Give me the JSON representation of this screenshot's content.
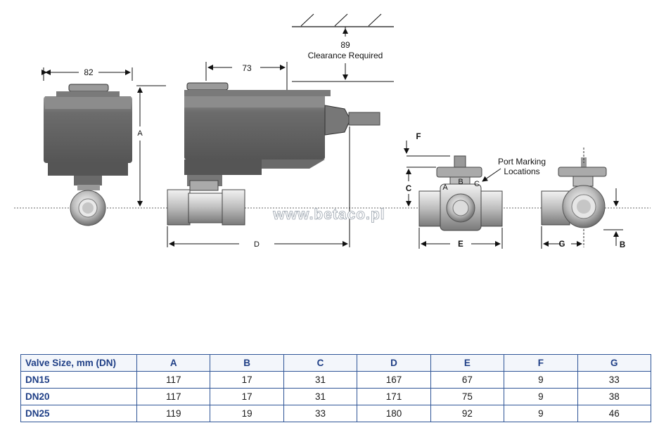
{
  "diagram": {
    "dims": {
      "width_82": "82",
      "width_73": "73",
      "clearance_value": "89",
      "clearance_text": "Clearance Required",
      "A": "A",
      "D": "D",
      "C": "C",
      "E": "E",
      "F": "F",
      "G": "G",
      "B": "B"
    },
    "port_marking": [
      "Port Marking",
      "Locations"
    ],
    "port_letters": [
      "A",
      "B",
      "C"
    ],
    "watermark": "www.betaco.pl"
  },
  "table": {
    "headers": [
      "Valve Size, mm (DN)",
      "A",
      "B",
      "C",
      "D",
      "E",
      "F",
      "G"
    ],
    "rows": [
      [
        "DN15",
        "117",
        "17",
        "31",
        "167",
        "67",
        "9",
        "33"
      ],
      [
        "DN20",
        "117",
        "17",
        "31",
        "171",
        "75",
        "9",
        "38"
      ],
      [
        "DN25",
        "119",
        "19",
        "33",
        "180",
        "92",
        "9",
        "46"
      ]
    ]
  },
  "colors": {
    "table_border": "#2f5597",
    "header_text": "#1f3f86",
    "body_gray": "#6e6e6e",
    "valve_silver": "#c9c9c9"
  }
}
